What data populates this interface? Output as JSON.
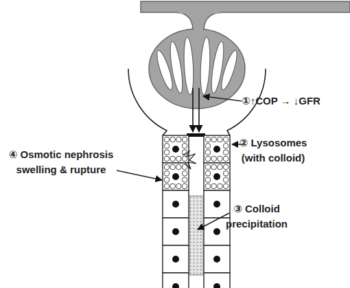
{
  "diagram": {
    "labels": [
      "①↑COP → ↓GFR",
      "② Lysosomes (with colloid)",
      "③ Colloid precipitation",
      "④ Osmotic nephrosis swelling & rupture"
    ]
  }
}
